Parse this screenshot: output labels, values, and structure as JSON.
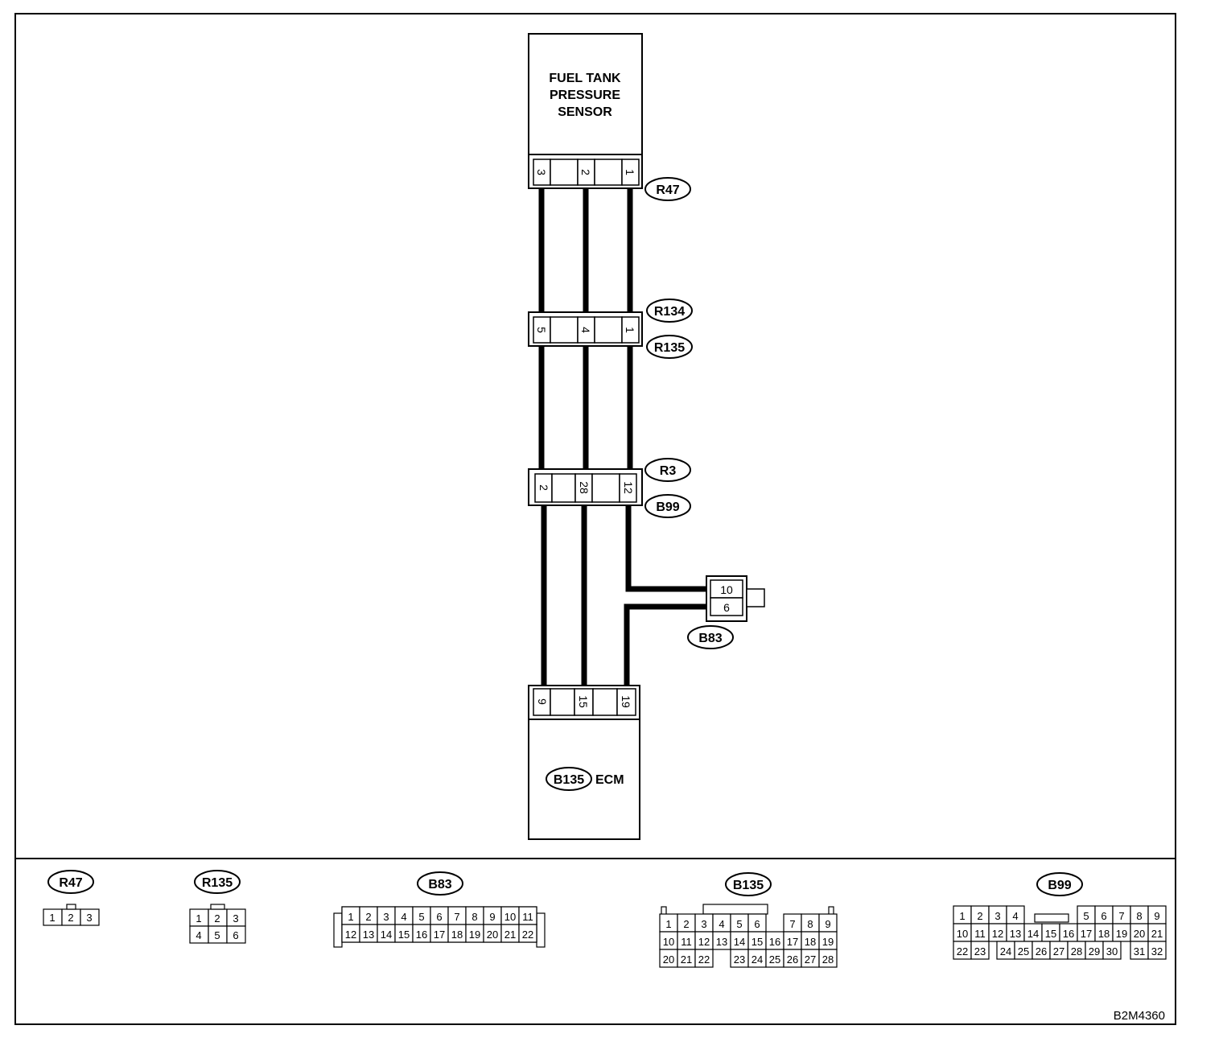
{
  "sensor": {
    "line1": "FUEL TANK",
    "line2": "PRESSURE",
    "line3": "SENSOR"
  },
  "ecm": {
    "label": "ECM",
    "connector": "B135"
  },
  "connectors": {
    "r47": {
      "id": "R47",
      "pins": [
        "3",
        "2",
        "1"
      ]
    },
    "r134_r135": {
      "id_top": "R134",
      "id_bottom": "R135",
      "pins": [
        "5",
        "4",
        "1"
      ]
    },
    "r3_b99": {
      "id_top": "R3",
      "id_bottom": "B99",
      "pins": [
        "2",
        "28",
        "12"
      ]
    },
    "b83": {
      "id": "B83",
      "pins": [
        "10",
        "6"
      ]
    },
    "ecm": {
      "pins": [
        "9",
        "15",
        "19"
      ]
    }
  },
  "footprints": {
    "r47": {
      "label": "R47",
      "rows": [
        [
          "1",
          "2",
          "3"
        ]
      ]
    },
    "r135": {
      "label": "R135",
      "rows": [
        [
          "1",
          "2",
          "3"
        ],
        [
          "4",
          "5",
          "6"
        ]
      ]
    },
    "b83": {
      "label": "B83",
      "rows": [
        [
          "1",
          "2",
          "3",
          "4",
          "5",
          "6",
          "7",
          "8",
          "9",
          "10",
          "11"
        ],
        [
          "12",
          "13",
          "14",
          "15",
          "16",
          "17",
          "18",
          "19",
          "20",
          "21",
          "22"
        ]
      ]
    },
    "b135": {
      "label": "B135",
      "rows": [
        [
          "1",
          "2",
          "3",
          "4",
          "5",
          "6",
          "7",
          "8",
          "9"
        ],
        [
          "10",
          "11",
          "12",
          "13",
          "14",
          "15",
          "16",
          "17",
          "18",
          "19"
        ],
        [
          "20",
          "21",
          "22",
          "23",
          "24",
          "25",
          "26",
          "27",
          "28"
        ]
      ]
    },
    "b99": {
      "label": "B99",
      "rows": [
        [
          "1",
          "2",
          "3",
          "4",
          "5",
          "6",
          "7",
          "8",
          "9"
        ],
        [
          "10",
          "11",
          "12",
          "13",
          "14",
          "15",
          "16",
          "17",
          "18",
          "19",
          "20",
          "21"
        ],
        [
          "22",
          "23",
          "24",
          "25",
          "26",
          "27",
          "28",
          "29",
          "30",
          "31",
          "32"
        ]
      ]
    }
  },
  "figure_code": "B2M4360"
}
